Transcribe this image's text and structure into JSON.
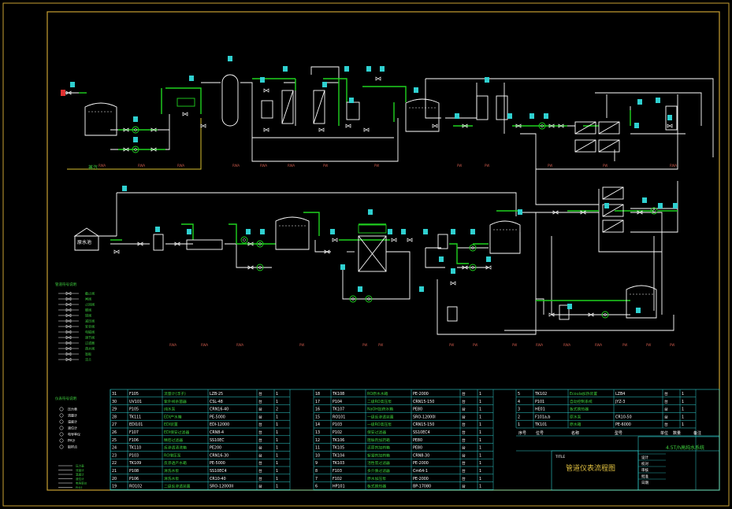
{
  "drawing": {
    "title": "管道仪表流程图",
    "project": "4.5T/h高纯水系统",
    "title_block_en": "TITLE",
    "labels": {
      "raw_water": "原水池",
      "steam": "蒸汽"
    }
  },
  "line_codes_top": [
    "RWA",
    "RWA",
    "RWA",
    "RWA",
    "RWA",
    "RWA",
    "PW",
    "PW",
    "PW",
    "PW",
    "PW",
    "PW"
  ],
  "line_codes_bottom": [
    "RWA",
    "RWA",
    "RWA",
    "PW",
    "PW",
    "PW",
    "PW",
    "PW",
    "PW"
  ],
  "legend": {
    "title1": "管道符号说明",
    "items1": [
      "截止阀",
      "闸阀",
      "止回阀",
      "蝶阀",
      "球阀",
      "减压阀",
      "安全阀",
      "电磁阀",
      "调节阀",
      "过滤器",
      "疏水阀",
      "盲板",
      "法兰"
    ],
    "title2": "仪表符号说明",
    "items2": [
      "压力表",
      "流量计",
      "温度计",
      "液位计",
      "电导率仪",
      "PH计",
      "取样点"
    ]
  },
  "equipment_table": {
    "headers": [
      "序号",
      "位号",
      "名称",
      "型号",
      "单位",
      "数量",
      "备注"
    ],
    "col1": [
      [
        "31",
        "F105",
        "流量计(浮子)",
        "LZB-25",
        "台",
        "1"
      ],
      [
        "30",
        "UV101",
        "紫外线杀菌器",
        "CSL-48",
        "台",
        "1"
      ],
      [
        "29",
        "P105",
        "纯水泵",
        "CRN16-40",
        "台",
        "2"
      ],
      [
        "28",
        "TK111",
        "EDI产水箱",
        "PE-5000",
        "台",
        "1"
      ],
      [
        "27",
        "EDI101",
        "EDI装置",
        "EDI-12000",
        "台",
        "1"
      ],
      [
        "26",
        "F107",
        "EDI保安过滤器",
        "CRN8-4",
        "台",
        "1"
      ],
      [
        "25",
        "F106",
        "精密过滤器",
        "SS10EC",
        "台",
        "1"
      ],
      [
        "24",
        "TK110",
        "反渗透清洗箱",
        "PE200",
        "台",
        "1"
      ],
      [
        "23",
        "P103",
        "RO增压泵",
        "CRN16-30",
        "台",
        "1"
      ],
      [
        "22",
        "TK109",
        "反渗透产水箱",
        "PE-5000",
        "台",
        "1"
      ],
      [
        "21",
        "P108",
        "清洗水泵",
        "SS10EC4",
        "台",
        "1"
      ],
      [
        "20",
        "P106",
        "清洗水泵",
        "CR10-40",
        "台",
        "1"
      ],
      [
        "19",
        "RO102",
        "二级反渗透装置",
        "SRO-12000II",
        "台",
        "1"
      ]
    ],
    "col2": [
      [
        "18",
        "TK108",
        "RO原水水箱",
        "PE-2000",
        "台",
        "1"
      ],
      [
        "17",
        "P104",
        "二级RO高压泵",
        "CRN15-150",
        "台",
        "1"
      ],
      [
        "16",
        "TK107",
        "NaOH加药水箱",
        "PE80",
        "台",
        "1"
      ],
      [
        "15",
        "RO101",
        "一级反渗透装置",
        "SRO-12000I",
        "台",
        "1"
      ],
      [
        "14",
        "P103",
        "一级RO高压泵",
        "CRN15-150",
        "台",
        "1"
      ],
      [
        "13",
        "P102",
        "保安过滤器",
        "SS10EC4",
        "台",
        "1"
      ],
      [
        "12",
        "TK106",
        "阻垢剂加药箱",
        "PE80",
        "台",
        "1"
      ],
      [
        "11",
        "TK105",
        "还原剂加药箱",
        "PE80",
        "台",
        "1"
      ],
      [
        "10",
        "TK104",
        "絮凝剂加药箱",
        "CRN8-30",
        "台",
        "1"
      ],
      [
        "9",
        "TK103",
        "活性炭过滤器",
        "PE-2000",
        "台",
        "1"
      ],
      [
        "8",
        "F103",
        "多介质过滤器",
        "Cm64-1",
        "台",
        "1"
      ],
      [
        "7",
        "F102",
        "原水加压泵",
        "PE-2000",
        "台",
        "1"
      ],
      [
        "6",
        "HP101",
        "板式换热器",
        "BP-17080",
        "台",
        "1"
      ]
    ],
    "col3": [
      [
        "5",
        "TK102",
        "Ecoula加热装置",
        "LZB4",
        "台",
        "1"
      ],
      [
        "4",
        "P101",
        "自动控制系统",
        "JYZ-3",
        "台",
        "1"
      ],
      [
        "3",
        "HE01",
        "板式换热器",
        "",
        "台",
        "1"
      ],
      [
        "2",
        "F101a,b",
        "原水泵",
        "CR10-50",
        "台",
        "1"
      ],
      [
        "1",
        "TK101",
        "原水箱",
        "PE-6000",
        "台",
        "1"
      ]
    ]
  },
  "title_block": {
    "rows": [
      "设计",
      "校对",
      "审核",
      "批准",
      "日期"
    ]
  },
  "colors": {
    "frame": "#c8a032",
    "pipe": "#ffffff",
    "green": "#1fd31f",
    "cyan": "#2fd0d0",
    "red": "#c8584a"
  }
}
